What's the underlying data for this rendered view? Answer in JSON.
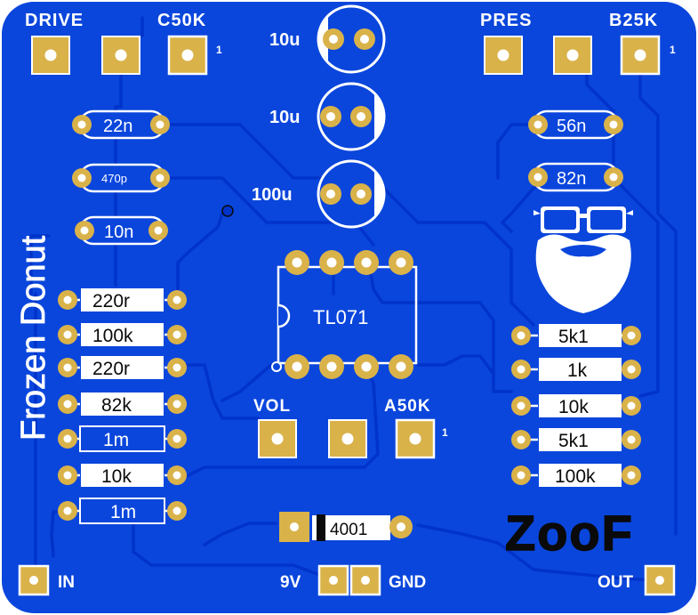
{
  "header_labels": {
    "drive": "DRIVE",
    "drive_pot": "C50K",
    "pres": "PRES",
    "pres_pot": "B25K",
    "vol": "VOL",
    "vol_pot": "A50K",
    "pin1_a": "1",
    "pin1_b": "1",
    "pin1_c": "1"
  },
  "capacitors_film": {
    "c22n": "22n",
    "c470p": "470p",
    "c10n": "10n",
    "c56n": "56n",
    "c82n": "82n"
  },
  "capacitors_elec": {
    "e1": "10u",
    "e2": "10u",
    "e3": "100u"
  },
  "resistors_left": [
    "220r",
    "100k",
    "220r",
    "82k",
    "1m",
    "10k",
    "1m"
  ],
  "resistors_right": [
    "5k1",
    "1k",
    "10k",
    "5k1",
    "100k"
  ],
  "ic": "TL071",
  "diode": "4001",
  "vertical_title": "Frozen Donut",
  "logo_text": "ZooF",
  "io": {
    "in": "IN",
    "v9": "9V",
    "gnd": "GND",
    "out": "OUT"
  },
  "colors": {
    "board": "#0a46dc",
    "copper": "#d9b24a",
    "silk": "#ffffff",
    "trace": "#0033c9"
  }
}
